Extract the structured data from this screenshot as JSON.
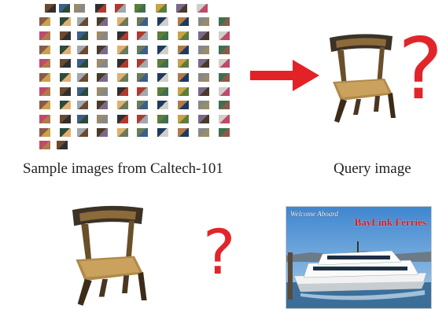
{
  "captions": {
    "sample": "Sample images from Caltech-101",
    "query": "Query image"
  },
  "marks": {
    "question": "?"
  },
  "ferry": {
    "welcome": "Welcome Aboard",
    "brand": "BayLink Ferries"
  },
  "colors": {
    "arrow": "#e32227",
    "question": "#e0262b"
  }
}
